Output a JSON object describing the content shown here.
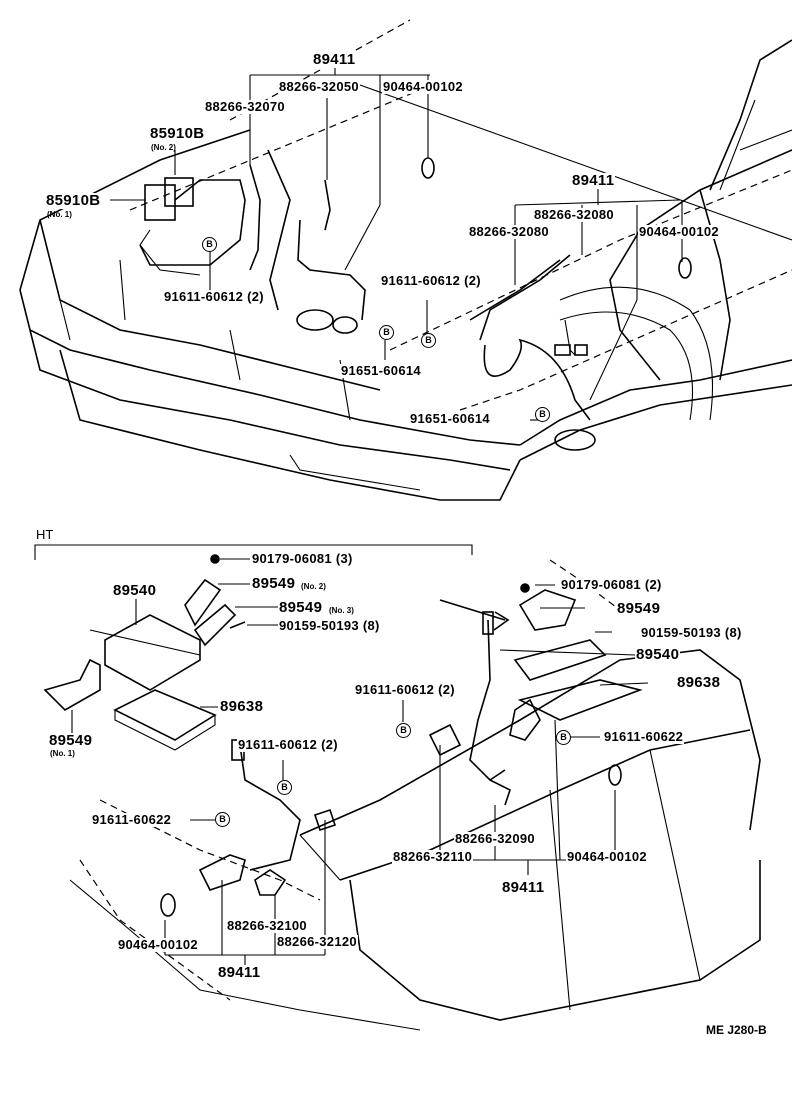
{
  "diagram_code": "ME J280-B",
  "section_label": "HT",
  "bolt_marker": "B",
  "front": {
    "assembly_top": "89411",
    "sensor_lh_harness_1": "88266-32050",
    "sensor_lh_harness_2": "88266-32070",
    "clamp_lh": "90464-00102",
    "relay_no2": "85910B",
    "relay_no2_note": "(No. 2)",
    "relay_no1": "85910B",
    "relay_no1_note": "(No. 1)",
    "bolt_lh": "91611-60612 (2)",
    "assembly_rh": "89411",
    "sensor_rh_harness_1": "88266-32080",
    "sensor_rh_harness_2": "88266-32080",
    "clamp_rh": "90464-00102",
    "bolt_rh": "91611-60612 (2)",
    "bolt_sensor_1": "91651-60614",
    "bolt_sensor_2": "91651-60614"
  },
  "ht": {
    "nut": "90179-06081 (3)",
    "computer": "89540",
    "bracket_no2": "89549",
    "bracket_no2_note": "(No. 2)",
    "bracket_no3": "89549",
    "bracket_no3_note": "(No. 3)",
    "screw": "90159-50193 (8)",
    "bracket_no1": "89549",
    "bracket_no1_note": "(No. 1)",
    "cover": "89638"
  },
  "rear_right": {
    "nut": "90179-06081 (2)",
    "bracket": "89549",
    "screw": "90159-50193 (8)",
    "computer": "89540",
    "cover": "89638",
    "bolt": "91611-60622",
    "bolt_sensor": "91611-60612 (2)",
    "harness_1": "88266-32090",
    "harness_2": "88266-32110",
    "clamp": "90464-00102",
    "assembly": "89411"
  },
  "rear_left": {
    "bolt_sensor": "91611-60612 (2)",
    "bolt": "91611-60622",
    "harness_1": "88266-32100",
    "harness_2": "88266-32120",
    "clamp": "90464-00102",
    "assembly": "89411"
  }
}
